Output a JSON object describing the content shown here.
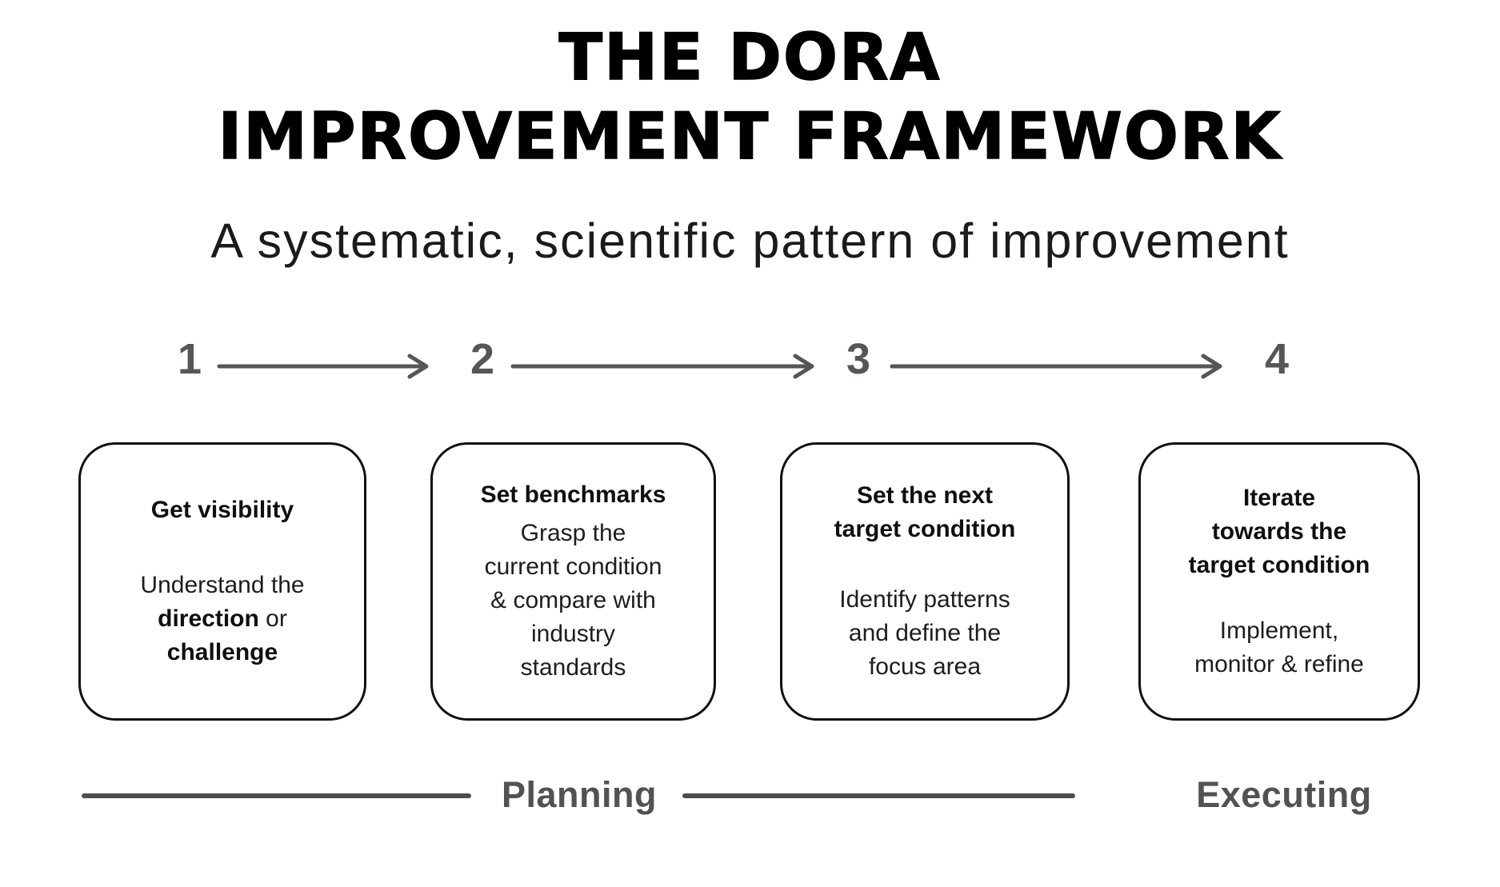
{
  "title": "THE DORA\nIMPROVEMENT FRAMEWORK",
  "subtitle": "A systematic, scientific pattern of improvement",
  "steps": {
    "numbers": [
      "1",
      "2",
      "3",
      "4"
    ]
  },
  "boxes": [
    {
      "title": "Get visibility",
      "body_rich": [
        {
          "text": "Understand the\n",
          "bold": false
        },
        {
          "text": "direction",
          "bold": true
        },
        {
          "text": " or\n",
          "bold": false
        },
        {
          "text": "challenge",
          "bold": true
        }
      ]
    },
    {
      "title": "Set benchmarks",
      "body": "Grasp the\ncurrent condition\n& compare with\nindustry\nstandards"
    },
    {
      "title": "Set the next\ntarget condition",
      "body": "Identify patterns\nand define the\nfocus area"
    },
    {
      "title": "Iterate\ntowards the\ntarget condition",
      "body": "Implement,\nmonitor & refine"
    }
  ],
  "phases": {
    "planning": "Planning",
    "executing": "Executing"
  },
  "colors": {
    "gray": "#555658",
    "black": "#101010",
    "background": "#ffffff"
  }
}
